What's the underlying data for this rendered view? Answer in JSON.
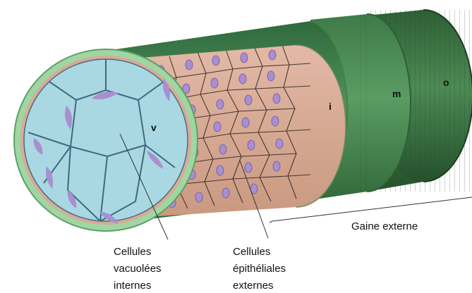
{
  "layer_labels": {
    "vacuole": "v",
    "inner": "i",
    "middle": "m",
    "outer": "o"
  },
  "captions": {
    "sheath": "Gaine externe",
    "vacuolated_line1": "Cellules",
    "vacuolated_line2": "vacuolées",
    "vacuolated_line3": "internes",
    "epithelial_line1": "Cellules",
    "epithelial_line2": "épithéliales",
    "epithelial_line3": "externes"
  },
  "colors": {
    "lumen": "#a9d8e2",
    "epithelium": "#d9ab98",
    "nucleus": "#a98fd0",
    "sheath_inner": "#447f4f",
    "sheath_middle": "#4a8a57",
    "sheath_outer": "#3b7245",
    "rim": "#9fd6a3"
  }
}
